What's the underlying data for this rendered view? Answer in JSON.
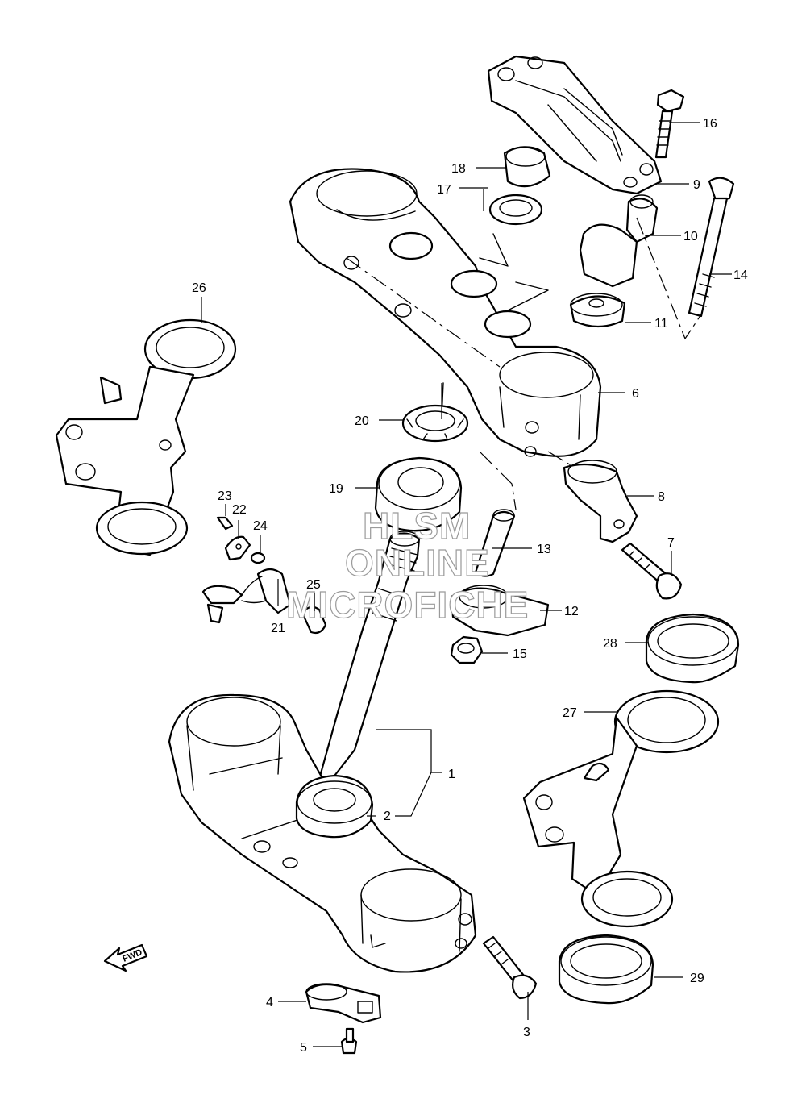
{
  "diagram": {
    "callouts": [
      {
        "id": "c1",
        "label": "1"
      },
      {
        "id": "c2",
        "label": "2"
      },
      {
        "id": "c3",
        "label": "3"
      },
      {
        "id": "c4",
        "label": "4"
      },
      {
        "id": "c5",
        "label": "5"
      },
      {
        "id": "c6",
        "label": "6"
      },
      {
        "id": "c7",
        "label": "7"
      },
      {
        "id": "c8",
        "label": "8"
      },
      {
        "id": "c9",
        "label": "9"
      },
      {
        "id": "c10",
        "label": "10"
      },
      {
        "id": "c11",
        "label": "11"
      },
      {
        "id": "c12",
        "label": "12"
      },
      {
        "id": "c13",
        "label": "13"
      },
      {
        "id": "c14",
        "label": "14"
      },
      {
        "id": "c15",
        "label": "15"
      },
      {
        "id": "c16",
        "label": "16"
      },
      {
        "id": "c17",
        "label": "17"
      },
      {
        "id": "c18",
        "label": "18"
      },
      {
        "id": "c19",
        "label": "19"
      },
      {
        "id": "c20",
        "label": "20"
      },
      {
        "id": "c21",
        "label": "21"
      },
      {
        "id": "c22",
        "label": "22"
      },
      {
        "id": "c23",
        "label": "23"
      },
      {
        "id": "c24",
        "label": "24"
      },
      {
        "id": "c25",
        "label": "25"
      },
      {
        "id": "c26",
        "label": "26"
      },
      {
        "id": "c27",
        "label": "27"
      },
      {
        "id": "c28",
        "label": "28"
      },
      {
        "id": "c29",
        "label": "29"
      }
    ],
    "watermark": {
      "line1": "HLSM",
      "line2": "ONLINE",
      "line3": "MICROFICHE"
    },
    "direction_marker": "FWD"
  }
}
